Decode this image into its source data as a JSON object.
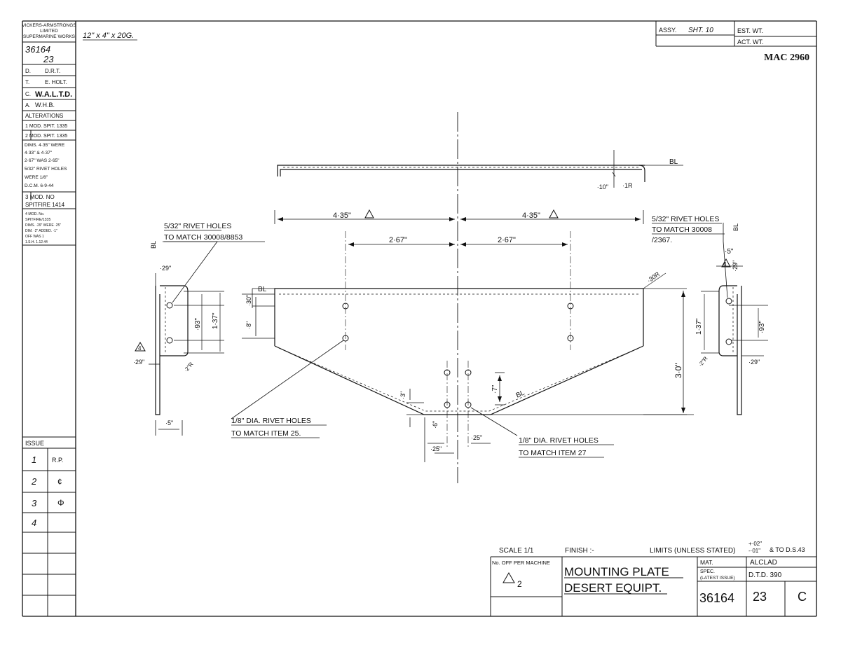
{
  "header": {
    "company": [
      "VICKERS-ARMSTRONGS",
      "LIMITED",
      "SUPERMARINE WORKS"
    ],
    "drawing_no": "36164",
    "sheet_no": "23",
    "stock": "12\" x 4\" x 20G.",
    "assy": "ASSY.",
    "sht": "SHT. 10",
    "est_wt": "EST. WT.",
    "act_wt": "ACT. WT.",
    "mac": "MAC 2960"
  },
  "sign_off": [
    {
      "role": "D.",
      "name": "D.R.T."
    },
    {
      "role": "T.",
      "name": "E. HOLT."
    },
    {
      "role": "C.",
      "name": "W.A.L.T.D."
    },
    {
      "role": "A.",
      "name": "W.H.B."
    }
  ],
  "alterations": {
    "heading": "ALTERATIONS",
    "entries": [
      [
        "1 MOD. SPIT. 1335"
      ],
      [
        "2 MOD. SPIT. 1335",
        "DIMS. 4·35\" WERE",
        "4·33\" & 4·37\"",
        "2·67\" WAS 2·65\"",
        "5/32\" RIVET HOLES",
        "WERE 1/8\"",
        "D.C.M. 6-9-44"
      ],
      [
        "3 MOD. NO",
        "SPITFIRE 1414"
      ],
      [
        "4 MOD. No.",
        "SPITFIRE/1335",
        "DIMS. ·29\" WERE ·25\"",
        "DIM. ·2\" ADDED. ·1\"",
        "OFF WAS 1",
        "1.S.H. 1.12.44"
      ]
    ]
  },
  "issue": {
    "heading": "ISSUE",
    "rows": [
      {
        "issue": "1",
        "mark": "R.P."
      },
      {
        "issue": "2",
        "mark": "¢"
      },
      {
        "issue": "3",
        "mark": "Φ"
      },
      {
        "issue": "4",
        "mark": ""
      },
      {
        "issue": "",
        "mark": ""
      },
      {
        "issue": "",
        "mark": ""
      },
      {
        "issue": "",
        "mark": ""
      }
    ]
  },
  "drawing": {
    "bl": "BL",
    "dim_435": "4·35\"",
    "dim_267": "2·67\"",
    "dim_010": "·10\"",
    "dim_1r": "·1R",
    "dim_30r": "·30R",
    "dim_30_left": "·30\"",
    "dim_8_left": "·8\"",
    "dim_30_height": "3·0\"",
    "dim_137": "1·37\"",
    "dim_93": "·93\"",
    "dim_29": "·29\"",
    "dim_5": "·5\"",
    "dim_2r": "·2\"R",
    "dim_7": "·7\"",
    "dim_3": "·3\"",
    "dim_6": "·6\"",
    "dim_25": "·25\"",
    "triangle_note": "4",
    "callouts": {
      "left_top": [
        "5/32\" RIVET HOLES",
        "TO MATCH 30008/8853"
      ],
      "right_top": [
        "5/32\" RIVET HOLES",
        "TO MATCH 30008",
        "/2367."
      ],
      "left_bottom": [
        "1/8\" DIA. RIVET HOLES",
        "TO MATCH ITEM 25."
      ],
      "right_bottom": [
        "1/8\" DIA. RIVET HOLES",
        "TO MATCH ITEM 27"
      ]
    }
  },
  "title_block": {
    "scale": "SCALE 1/1",
    "finish": "FINISH :-",
    "limits": "LIMITS (UNLESS STATED)",
    "limits_tol": [
      "+·02\"",
      "-·01\"",
      "& TO D.S.43"
    ],
    "no_off": "No. OFF PER MACHINE",
    "qty": "2",
    "title_lines": [
      "MOUNTING PLATE",
      "DESERT EQUIPT."
    ],
    "mat_label": "MAT.",
    "mat_value": "ALCLAD",
    "spec_label": [
      "SPEC.",
      "(LATEST ISSUE)"
    ],
    "spec_value": "D.T.D. 390",
    "number": "36164",
    "sheet": "23",
    "rev": "C"
  }
}
